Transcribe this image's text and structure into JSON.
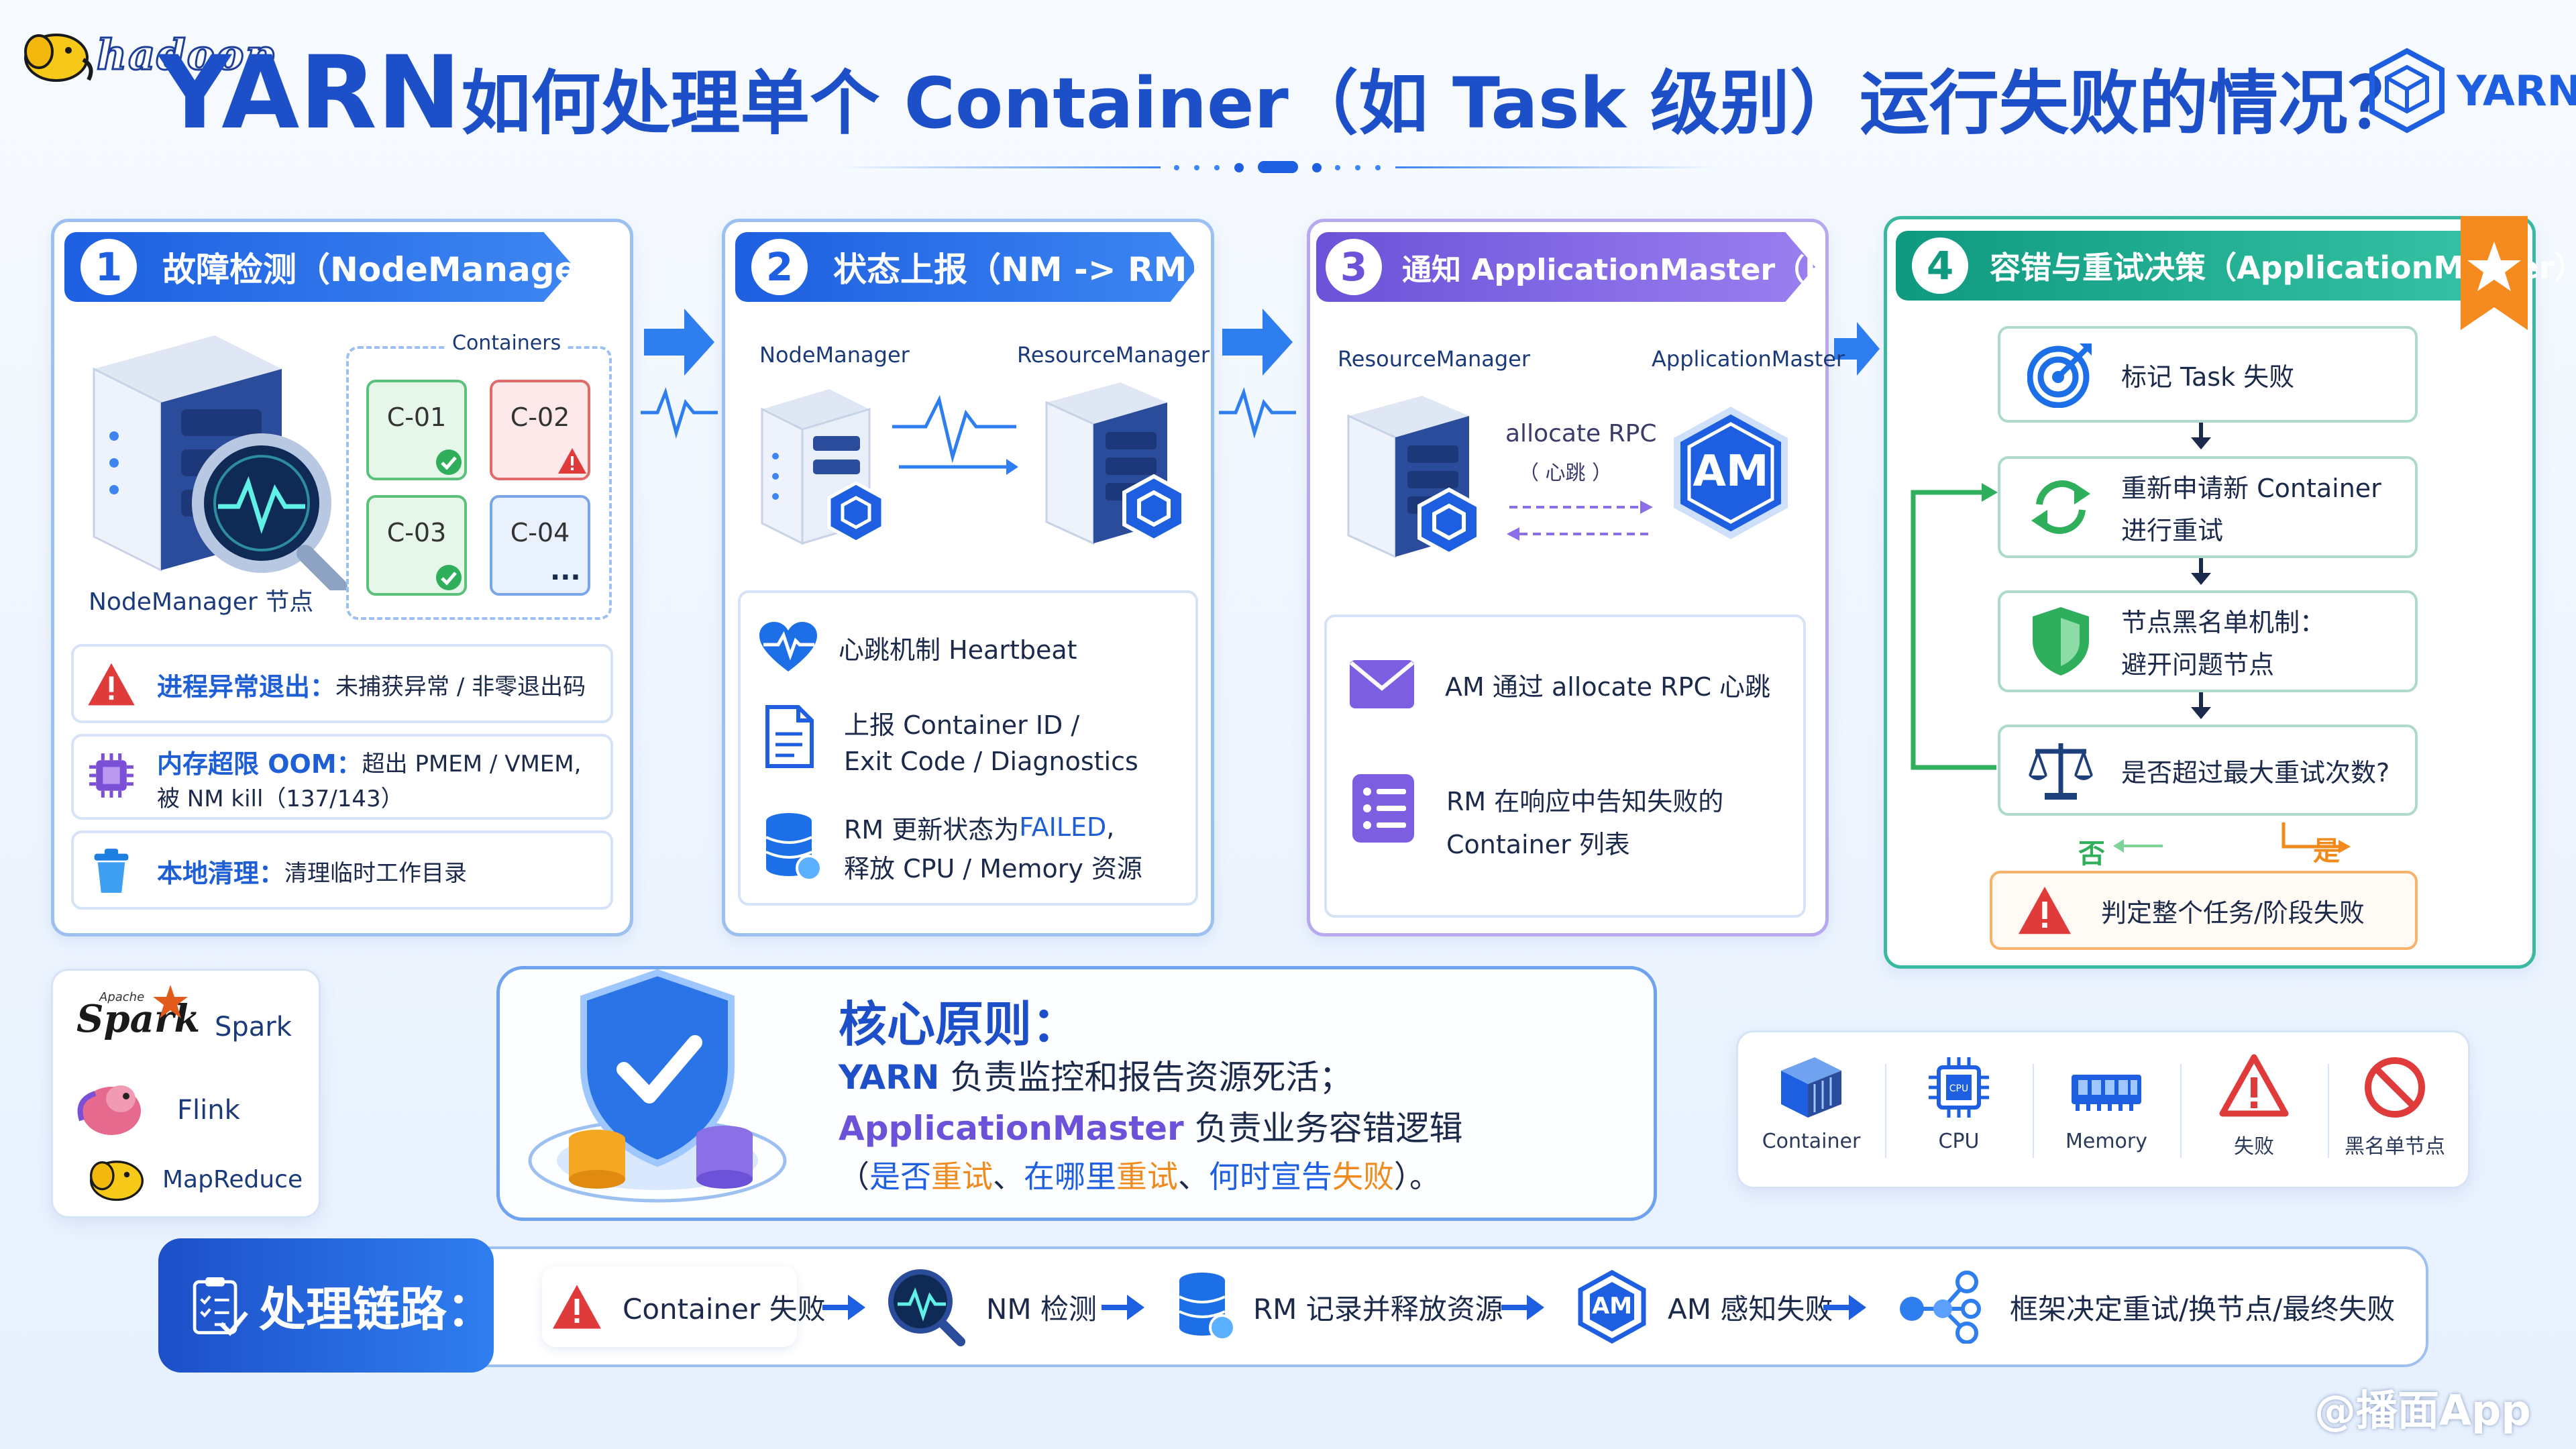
{
  "brand": {
    "hadoop_logo": "hadoop",
    "yarn_logo": "YARN"
  },
  "title": {
    "prefix": "YARN",
    "rest": "如何处理单个 Container（如 Task 级别）运行失败的情况？"
  },
  "panel1": {
    "num": "1",
    "title": "故障检测（NodeManager）",
    "node_label": "NodeManager 节点",
    "containers_label": "Containers",
    "containers": [
      {
        "id": "C-01",
        "state": "ok"
      },
      {
        "id": "C-02",
        "state": "error"
      },
      {
        "id": "C-03",
        "state": "ok"
      },
      {
        "id": "C-04",
        "state": "more"
      }
    ],
    "more": "···",
    "issues": [
      {
        "icon": "warning-icon",
        "bold": "进程异常退出：",
        "text": "未捕获异常 / 非零退出码"
      },
      {
        "icon": "chip-icon",
        "bold": "内存超限 OOM：",
        "text": "超出 PMEM / VMEM,",
        "text2": "被 NM kill（137/143）"
      },
      {
        "icon": "trash-icon",
        "bold": "本地清理：",
        "text": "清理临时工作目录"
      }
    ]
  },
  "panel2": {
    "num": "2",
    "title": "状态上报（NM -> RM）",
    "left_label": "NodeManager",
    "right_label": "ResourceManager",
    "items": [
      {
        "icon": "heartbeat-icon",
        "line1": "心跳机制  Heartbeat"
      },
      {
        "icon": "document-icon",
        "line1": "上报 Container ID /",
        "line2": "Exit Code / Diagnostics"
      },
      {
        "icon": "database-icon",
        "line1_a": "RM 更新状态为 ",
        "line1_b": "FAILED",
        "line1_c": ",",
        "line2": "释放 CPU / Memory 资源"
      }
    ]
  },
  "panel3": {
    "num": "3",
    "title": "通知 ApplicationMaster（RM -> AM）",
    "left_label": "ResourceManager",
    "right_label": "ApplicationMaster",
    "rpc_label": "allocate RPC",
    "rpc_sub": "（ 心跳 ）",
    "am_badge": "AM",
    "items": [
      {
        "icon": "mail-icon",
        "line1": "AM 通过 allocate RPC 心跳"
      },
      {
        "icon": "list-icon",
        "line1": "RM 在响应中告知失败的",
        "line2": "Container 列表"
      }
    ]
  },
  "panel4": {
    "num": "4",
    "title": "容错与重试决策（ApplicationMaster）",
    "steps": [
      {
        "icon": "target-icon",
        "line1": "标记 Task 失败"
      },
      {
        "icon": "retry-icon",
        "line1": "重新申请新 Container",
        "line2": "进行重试"
      },
      {
        "icon": "shield-icon",
        "line1": "节点黑名单机制：",
        "line2": "避开问题节点"
      },
      {
        "icon": "scale-icon",
        "line1": "是否超过最大重试次数?"
      }
    ],
    "no": "否",
    "yes": "是",
    "final": "判定整个任务/阶段失败"
  },
  "frameworks": [
    {
      "icon": "spark-logo",
      "logo": "Spark",
      "label": "Spark",
      "logo_top": "Apache"
    },
    {
      "icon": "flink-logo",
      "label": "Flink"
    },
    {
      "icon": "mapreduce-logo",
      "label": "MapReduce"
    }
  ],
  "principle": {
    "title": "核心原则：",
    "l1_a": "YARN",
    "l1_b": " 负责监控和报告资源死活；",
    "l2_a": "ApplicationMaster",
    "l2_b": " 负责业务容错逻辑",
    "l3": [
      {
        "t": "（",
        "c": "n"
      },
      {
        "t": "是否",
        "c": "b"
      },
      {
        "t": "重试",
        "c": "o"
      },
      {
        "t": "、",
        "c": "n"
      },
      {
        "t": "在哪里",
        "c": "b"
      },
      {
        "t": "重试",
        "c": "o"
      },
      {
        "t": "、",
        "c": "n"
      },
      {
        "t": "何时宣告",
        "c": "b"
      },
      {
        "t": "失败",
        "c": "o"
      },
      {
        "t": "）。",
        "c": "n"
      }
    ]
  },
  "legend": [
    {
      "icon": "container-icon",
      "label": "Container"
    },
    {
      "icon": "cpu-icon",
      "label": "CPU",
      "chip": "CPU"
    },
    {
      "icon": "memory-icon",
      "label": "Memory"
    },
    {
      "icon": "warning-icon",
      "label": "失败"
    },
    {
      "icon": "ban-icon",
      "label": "黑名单节点"
    }
  ],
  "chain": {
    "title": "处理链路：",
    "items": [
      {
        "icon": "warning-icon",
        "label": "Container 失败"
      },
      {
        "icon": "magnifier-icon",
        "label": "NM 检测"
      },
      {
        "icon": "database-icon",
        "label": "RM 记录并释放资源"
      },
      {
        "icon": "am-icon",
        "label": "AM 感知失败",
        "badge": "AM"
      },
      {
        "icon": "network-icon",
        "label": "框架决定重试/换节点/最终失败"
      }
    ]
  },
  "watermark": "@播面App",
  "colors": {
    "primary": "#1d5fe0",
    "purple": "#6b52d8",
    "teal": "#0f9a80",
    "red": "#e03b3b",
    "orange": "#f08a1c",
    "green": "#3bb36a"
  }
}
